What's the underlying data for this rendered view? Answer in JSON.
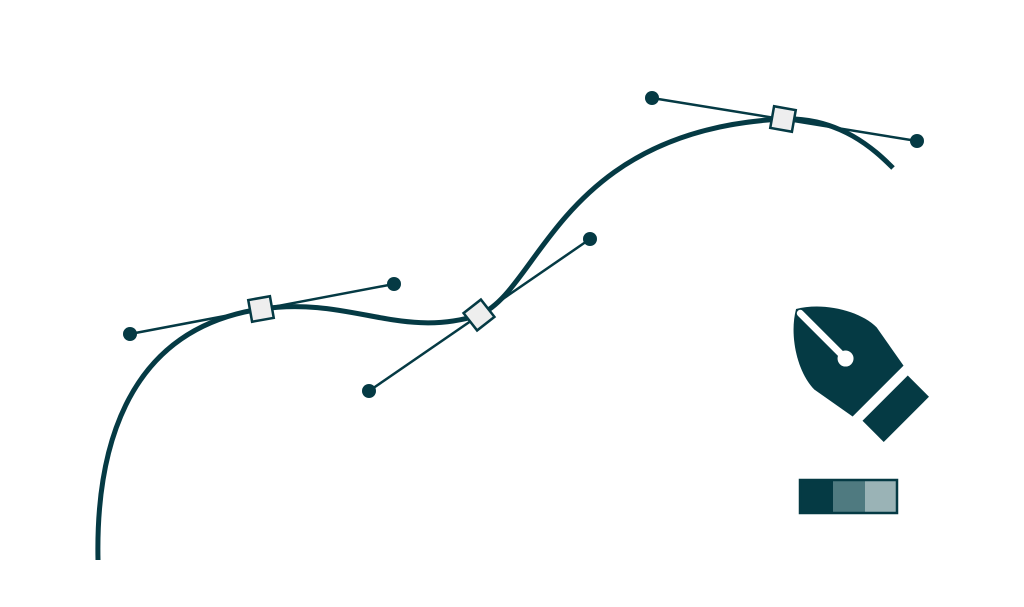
{
  "illustration": {
    "subject": "bezier-curve-with-pen-tool",
    "anchor_points": [
      "anchor-1",
      "anchor-2",
      "anchor-3"
    ],
    "control_handles": [
      "handle-1",
      "handle-2",
      "handle-3"
    ]
  },
  "colors": {
    "background": "#ffffff",
    "stroke": "#053a44",
    "anchor_fill": "#eeeeee",
    "swatch_dark": "#053a44",
    "swatch_mid": "#4f7a80",
    "swatch_light": "#9ab3b6"
  },
  "icons": {
    "pen_tool": "pen-tool-icon",
    "color_swatch": "color-swatch-icon"
  }
}
